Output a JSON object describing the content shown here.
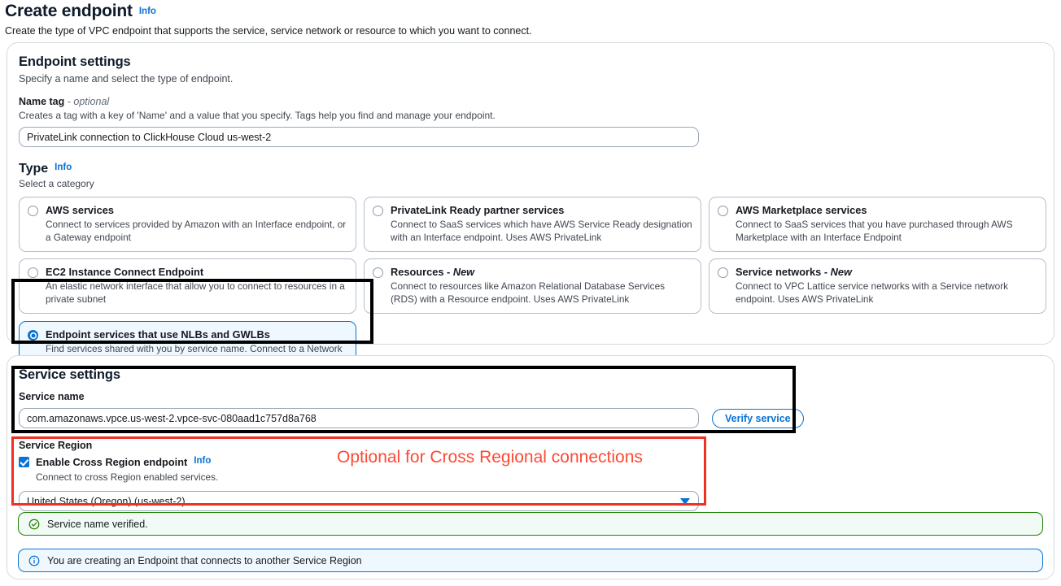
{
  "header": {
    "title": "Create endpoint",
    "info_label": "Info",
    "subtitle": "Create the type of VPC endpoint that supports the service, service network or resource to which you want to connect."
  },
  "endpoint_settings": {
    "title": "Endpoint settings",
    "subtitle": "Specify a name and select the type of endpoint.",
    "name_tag": {
      "label": "Name tag",
      "optional_suffix": "- optional",
      "description": "Creates a tag with a key of 'Name' and a value that you specify. Tags help you find and manage your endpoint.",
      "value": "PrivateLink connection to ClickHouse Cloud us-west-2"
    },
    "type": {
      "label": "Type",
      "info_label": "Info",
      "description": "Select a category",
      "options": [
        {
          "title": "AWS services",
          "title_new": "",
          "description": "Connect to services provided by Amazon with an Interface endpoint, or a Gateway endpoint",
          "selected": false
        },
        {
          "title": "PrivateLink Ready partner services",
          "title_new": "",
          "description": "Connect to SaaS services which have AWS Service Ready designation with an Interface endpoint. Uses AWS PrivateLink",
          "selected": false
        },
        {
          "title": "AWS Marketplace services",
          "title_new": "",
          "description": "Connect to SaaS services that you have purchased through AWS Marketplace with an Interface Endpoint",
          "selected": false
        },
        {
          "title": "EC2 Instance Connect Endpoint",
          "title_new": "",
          "description": "An elastic network interface that allow you to connect to resources in a private subnet",
          "selected": false
        },
        {
          "title": "Resources - ",
          "title_new": "New",
          "description": "Connect to resources like Amazon Relational Database Services (RDS) with a Resource endpoint. Uses AWS PrivateLink",
          "selected": false
        },
        {
          "title": "Service networks - ",
          "title_new": "New",
          "description": "Connect to VPC Lattice service networks with a Service network endpoint. Uses AWS PrivateLink",
          "selected": false
        }
      ],
      "selected_option": {
        "title": "Endpoint services that use NLBs and GWLBs",
        "description": "Find services shared with you by service name. Connect to a Network LoadBalancer (NLB) service with an Interface endpoint or to a Gateway LoadBalancer (GWLB) service with a Gateway Load Balancer endpoint"
      }
    }
  },
  "service_settings": {
    "title": "Service settings",
    "service_name": {
      "label": "Service name",
      "value": "com.amazonaws.vpce.us-west-2.vpce-svc-080aad1c757d8a768"
    },
    "verify_button": "Verify service",
    "service_region": {
      "label": "Service Region",
      "checkbox_label": "Enable Cross Region endpoint",
      "checkbox_info": "Info",
      "checkbox_description": "Connect to cross Region enabled services.",
      "checkbox_checked": true,
      "selected_region": "United States (Oregon) (us-west-2)"
    }
  },
  "annotations": {
    "cross_region_note": "Optional for Cross Regional connections",
    "highlight_color_black": "#000000",
    "highlight_color_red": "#ee3124",
    "note_text_color": "#fc4a35"
  },
  "alerts": {
    "success": {
      "icon": "check-circle-icon",
      "text": "Service name verified.",
      "color": "#1d8102"
    },
    "info": {
      "icon": "info-circle-icon",
      "text": "You are creating an Endpoint that connects to another Service Region",
      "color": "#0972d3"
    }
  }
}
